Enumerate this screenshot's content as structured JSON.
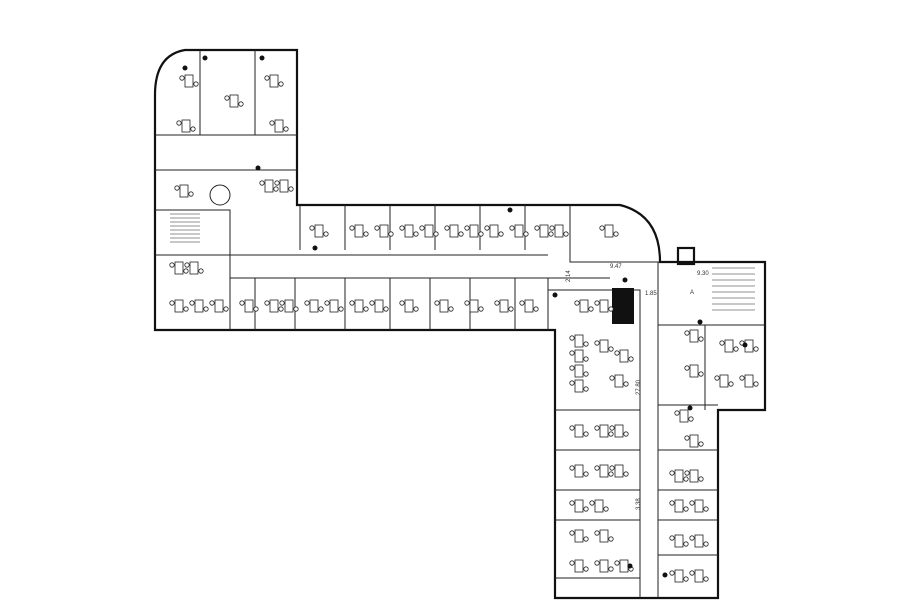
{
  "plan": {
    "dimension_labels": {
      "d1": "9.47",
      "d2": "9.30",
      "d3": "2.14",
      "d4": "1.85",
      "d5": "27.80",
      "d6": "3.38"
    },
    "room_label": "A",
    "colors": {
      "wall": "#111111",
      "background": "#ffffff"
    }
  }
}
